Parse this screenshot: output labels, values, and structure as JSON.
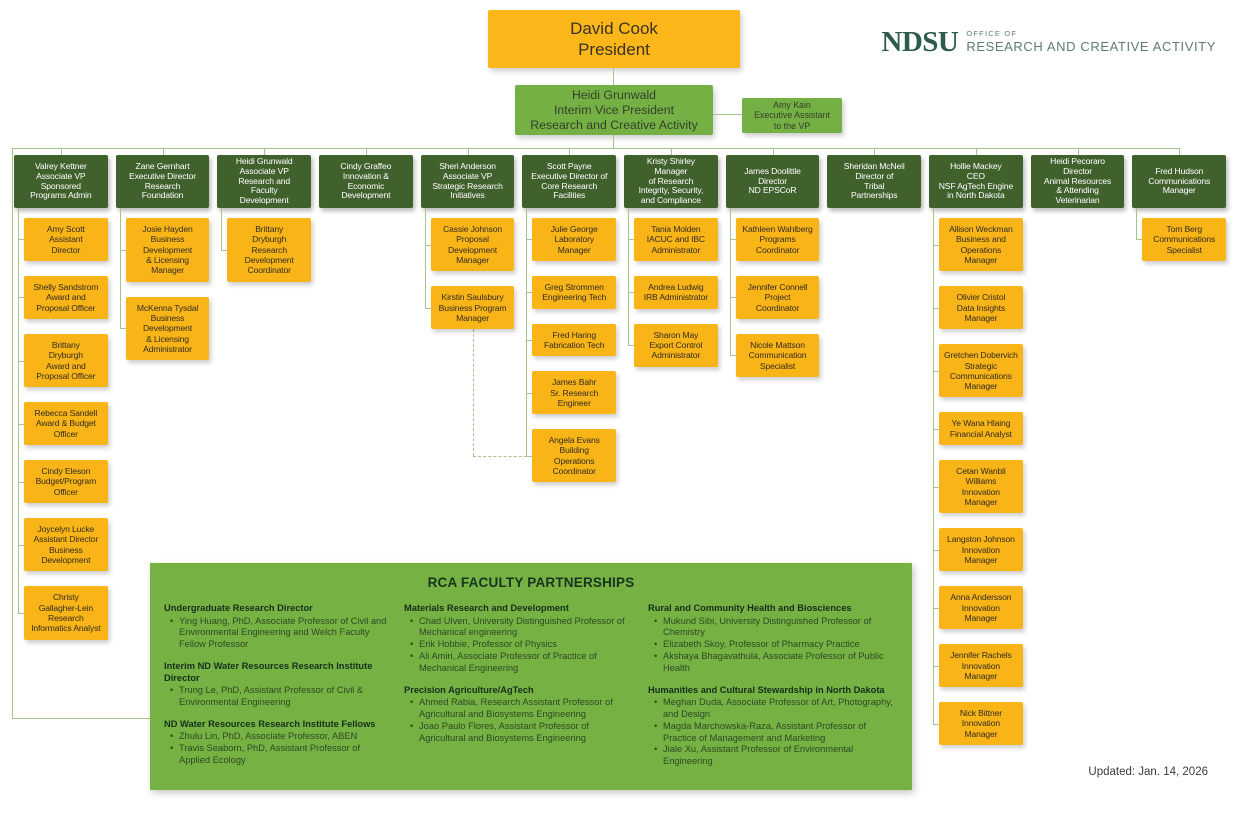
{
  "logo": {
    "acronym": "NDSU",
    "office_small": "OFFICE OF",
    "office_large": "RESEARCH AND CREATIVE ACTIVITY"
  },
  "top_boxes": {
    "president": "David Cook\nPresident",
    "vp": "Heidi Grunwald\nInterim Vice President\nResearch and Creative Activity",
    "executive_assistant": "Amy Kain\nExecutive Assistant\nto the VP"
  },
  "columns": [
    {
      "head": "Valrey Kettner\nAssociate VP\nSponsored\nPrograms Admin",
      "children": [
        "Amy Scott\nAssistant\nDirector",
        "Shelly Sandstrom\nAward and\nProposal Officer",
        "Brittany\nDryburgh\nAward and\nProposal Officer",
        "Rebecca Sandell\nAward & Budget\nOfficer",
        "Cindy Eleson\nBudget/Program\nOfficer",
        "Joycelyn Lucke\nAssistant Director\nBusiness\nDevelopment",
        "Christy\nGallagher-Lein\nResearch\nInformatics Analyst"
      ]
    },
    {
      "head": "Zane Gernhart\nExecutive Director\nResearch\nFoundation",
      "children": [
        "Josie Hayden\nBusiness\nDevelopment\n& Licensing\nManager",
        "McKenna Tysdal\nBusiness\nDevelopment\n& Licensing\nAdministrator"
      ]
    },
    {
      "head": "Heidi Grunwald\nAssociate VP\nResearch and\nFaculty\nDevelopment",
      "children": [
        "Brittany\nDryburgh\nResearch\nDevelopment\nCoordinator"
      ]
    },
    {
      "head": "Cindy Graffeo\nInnovation &\nEconomic\nDevelopment",
      "children": []
    },
    {
      "head": "Sheri Anderson\nAssociate VP\nStrategic Research\nInitiatives",
      "children": [
        "Cassie Johnson\nProposal\nDevelopment\nManager",
        "Kirstin Saulsbury\nBusiness Program\nManager"
      ]
    },
    {
      "head": "Scott Payne\nExecutive Director of\nCore Research\nFacilities",
      "children": [
        "Julie George\nLaboratory\nManager",
        "Greg Strommen\nEngineering Tech",
        "Fred Haring\nFabrication Tech",
        "James Bahr\nSr. Research\nEngineer",
        "Angela Evans\nBuilding\nOperations\nCoordinator"
      ]
    },
    {
      "head": "Kristy Shirley\nManager\nof Research\nIntegrity, Security,\nand Compliance",
      "children": [
        "Tania Molden\nIACUC and IBC\nAdministrator",
        "Andrea Ludwig\nIRB Administrator",
        "Sharon May\nExport Control\nAdministrator"
      ]
    },
    {
      "head": "James Doolittle\nDirector\nND EPSCoR",
      "children": [
        "Kathleen Wahlberg\nPrograms\nCoordinator",
        "Jennifer Connell\nProject\nCoordinator",
        "Nicole Mattson\nCommunication\nSpecialist"
      ]
    },
    {
      "head": "Sheridan McNeil\nDirector of\nTribal\nPartnerships",
      "children": []
    },
    {
      "head": "Hollie Mackey\nCEO\nNSF AgTech Engine\nin North Dakota",
      "children": [
        "Allison Weckman\nBusiness and\nOperations\nManager",
        "Olivier Cristol\nData Insights\nManager",
        "Gretchen Dobervich\nStrategic\nCommunications\nManager",
        "Ye Wana Hlaing\nFinancial Analyst",
        "Cetan Wanbli\nWilliams\nInnovation\nManager",
        "Langston Johnson\nInnovation\nManager",
        "Anna Andersson\nInnovation\nManager",
        "Jennifer Rachels\nInnovation\nManager",
        "Nick Bittner\nInnovation\nManager"
      ]
    },
    {
      "head": "Heidi Pecoraro\nDirector\nAnimal Resources\n& Attending\nVeterinarian",
      "children": []
    },
    {
      "head": "Fred Hudson\nCommunications\nManager",
      "children": [
        "Tom Berg\nCommunications\nSpecialist"
      ]
    }
  ],
  "partnerships": {
    "title": "RCA FACULTY PARTNERSHIPS",
    "columns": [
      [
        {
          "heading": "Undergraduate Research Director",
          "items": [
            "Ying Huang, PhD, Associate Professor of Civil and Environmental Engineering and Welch Faculty Fellow Professor"
          ]
        },
        {
          "heading": "Interim ND Water Resources Research Institute Director",
          "items": [
            "Trung Le, PhD, Assistant Professor of Civil & Environmental Engineering"
          ]
        },
        {
          "heading": "ND Water Resources Research Institute Fellows",
          "items": [
            "Zhulu Lin, PhD, Associate Professor, ABEN",
            "Travis Seaborn, PhD, Assistant Professor of Applied Ecology"
          ]
        }
      ],
      [
        {
          "heading": "Materials Research and Development",
          "items": [
            "Chad Ulven, University Distinguished Professor of Mechanical engineering",
            "Erik Hobbie, Professor of Physics",
            "Ali Amiri, Associate Professor of Practice of Mechanical Engineering"
          ]
        },
        {
          "heading": "Precision Agriculture/AgTech",
          "items": [
            "Ahmed Rabia, Research Assistant Professor of Agricultural and Biosystems Engineering",
            "Joao Paulo Flores, Assistant Professor of Agricultural and Biosystems Engineering"
          ]
        }
      ],
      [
        {
          "heading": "Rural and Community Health and Biosciences",
          "items": [
            "Mukund Sibi, University Distinguished Professor of Chemistry",
            "Elizabeth Skoy, Professor of Pharmacy Practice",
            "Akshaya Bhagavathula, Associate Professor of Public Health"
          ]
        },
        {
          "heading": "Humanities and Cultural Stewardship in North Dakota",
          "items": [
            "Meghan Duda, Associate Professor of Art, Photography, and Design",
            "Magda Marchowska-Raza, Assistant Professor of Practice of Management and Marketing",
            "Jiale Xu, Assistant Professor of Environmental Engineering"
          ]
        }
      ]
    ]
  },
  "footer": {
    "updated": "Updated: Jan. 14, 2026"
  },
  "colors": {
    "gold": "#F9B418",
    "dark_green": "#40602C",
    "medium_green": "#74B044",
    "panel_green": "#76B144",
    "connector_green": "#A6C48F",
    "logo_green": "#2D5C49"
  }
}
